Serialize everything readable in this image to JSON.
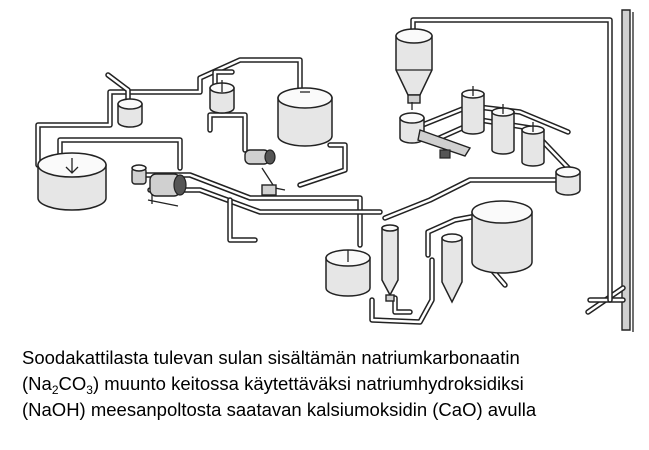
{
  "caption": {
    "line1": "Soodakattilasta tulevan sulan sisältämän natriumkarbonaatin",
    "line2_pre": "(Na",
    "line2_sub1": "2",
    "line2_mid": "CO",
    "line2_sub2": "3",
    "line2_post": ") muunto keitossa käytettäväksi natriumhydroksidiksi",
    "line3": "(NaOH) meesanpoltosta saatavan kalsiumoksidin (CaO) avulla"
  }
}
